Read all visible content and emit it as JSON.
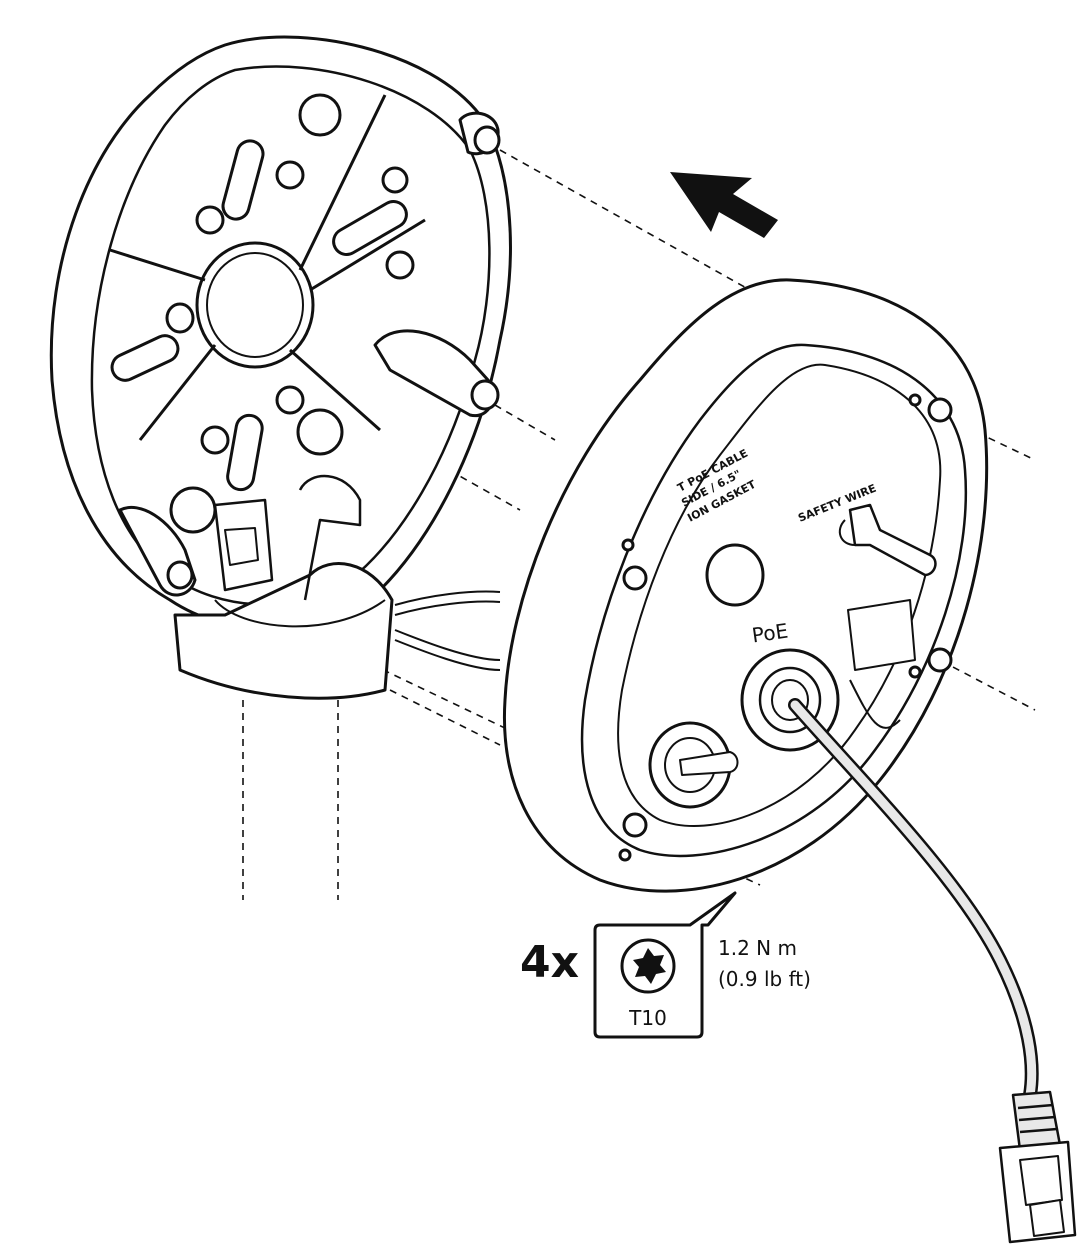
{
  "labels": {
    "poe": "PoE",
    "safety_wire": "SAFETY WIRE",
    "cable_label_line1": "T PoE CABLE",
    "cable_label_line2": "SIDE / 6.5\"",
    "cable_label_line3": "ION GASKET"
  },
  "callout": {
    "quantity": "4x",
    "tool": "T10",
    "torque_metric": "1.2 N m",
    "torque_imperial": "(0.9 lb ft)",
    "tool_icon": "torx-bit-icon"
  },
  "icons": {
    "direction": "arrow-up-left-icon",
    "connector": "rj45-plug-icon"
  },
  "colors": {
    "line": "#111111",
    "fill": "#ffffff",
    "shade": "#e8e8e8"
  }
}
